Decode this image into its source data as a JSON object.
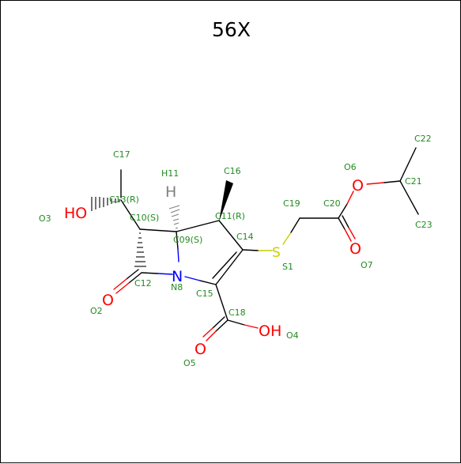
{
  "title": "56X",
  "colors": {
    "bond": "#000000",
    "oxygen": "#ff0000",
    "nitrogen": "#0000ff",
    "sulfur": "#cccc00",
    "hydrogen": "#808080",
    "label": "#228b22"
  },
  "atoms": {
    "O3": "HO",
    "O2": "O",
    "N8": "N",
    "O5": "O",
    "O4": "OH",
    "S1": "S",
    "O6": "O",
    "O7": "O",
    "H11": "H"
  },
  "labels": {
    "C17": "C17",
    "C13": "C13(R)",
    "O3": "O3",
    "C10": "C10(S)",
    "H11": "H11",
    "C16": "C16",
    "C11": "C11(R)",
    "C09": "C09(S)",
    "C14": "C14",
    "C12": "C12",
    "O2": "O2",
    "N8": "N8",
    "C15": "C15",
    "C18": "C18",
    "O4": "O4",
    "O5": "O5",
    "C19": "C19",
    "S1": "S1",
    "C20": "C20",
    "O6": "O6",
    "O7": "O7",
    "C21": "C21",
    "C22": "C22",
    "C23": "C23"
  }
}
